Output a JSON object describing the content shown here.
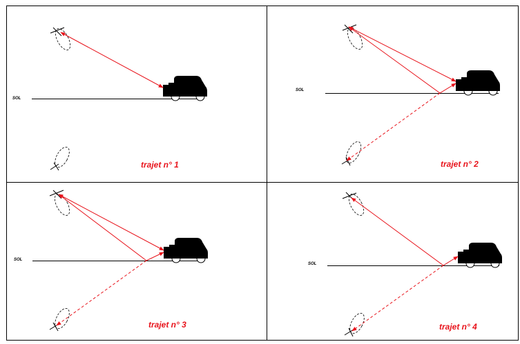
{
  "colors": {
    "ray": "#e8141c",
    "frame": "#000000",
    "car": "#000000",
    "antenna_lobe": "#000000"
  },
  "panels": [
    {
      "ground_label": "SOL",
      "caption": "trajet n° 1",
      "paths": "direct"
    },
    {
      "ground_label": "SOL",
      "caption": "trajet n° 2",
      "paths": "direct + ground reflection"
    },
    {
      "ground_label": "SOL",
      "caption": "trajet n° 3",
      "paths": "direct + ground reflection"
    },
    {
      "ground_label": "SOL",
      "caption": "trajet n° 4",
      "paths": "ground reflection"
    }
  ]
}
